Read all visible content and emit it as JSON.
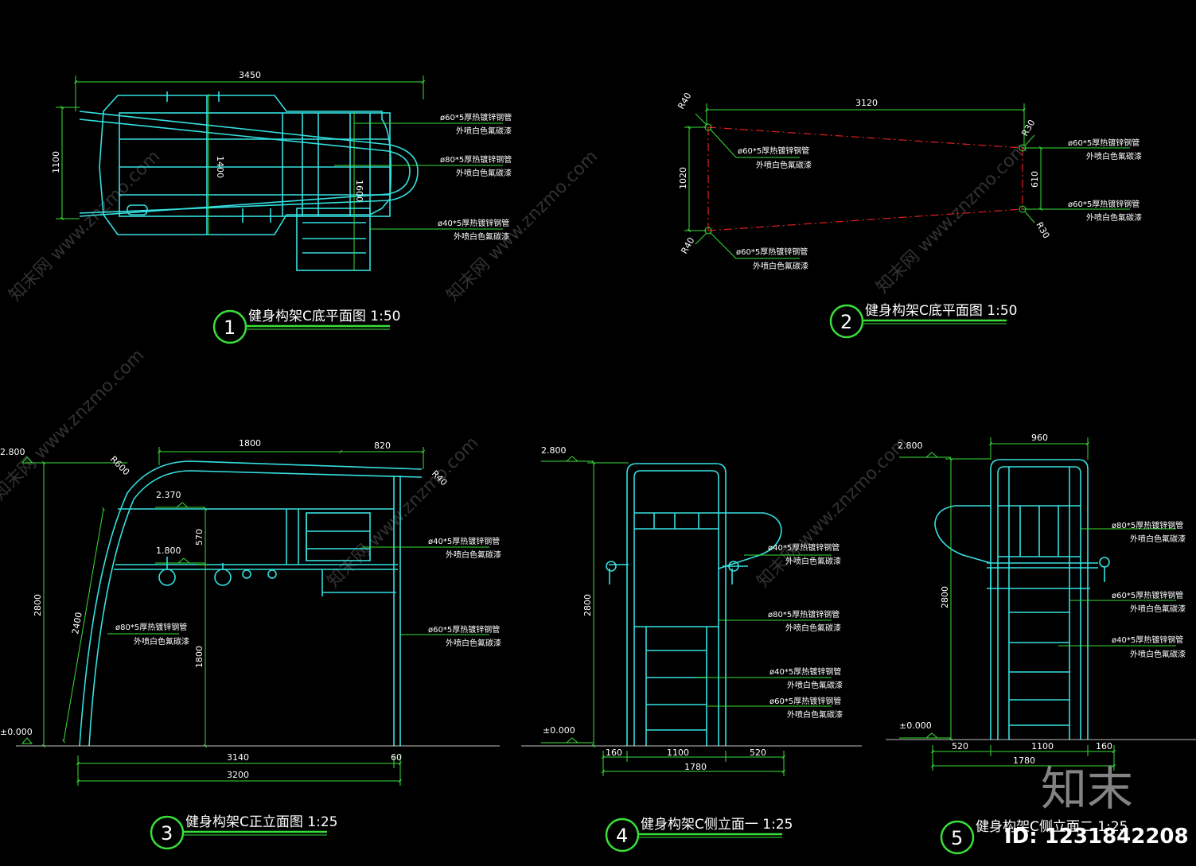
{
  "colors": {
    "background": "#000000",
    "frame": "#35e0e0",
    "dimension": "#38e038",
    "leader": "#38e038",
    "text": "#ffffff",
    "centerline": "#e02020",
    "title_underline": "#38e038"
  },
  "views": {
    "v1": {
      "number": "1",
      "title": "健身构架C底平面图 1:50",
      "dims": {
        "d3450": "3450",
        "d1100": "1100",
        "d1400": "1400",
        "d1600": "1600"
      },
      "notes": {
        "n1a": "ø60*5厚热镀锌钢管",
        "n1b": "外喷白色氟碳漆",
        "n2a": "ø80*5厚热镀锌钢管",
        "n2b": "外喷白色氟碳漆",
        "n3a": "ø40*5厚热镀锌钢管",
        "n3b": "外喷白色氟碳漆"
      }
    },
    "v2": {
      "number": "2",
      "title": "健身构架C底平面图 1:50",
      "dims": {
        "d3120": "3120",
        "d1020": "1020",
        "d610": "610",
        "r40a": "R40",
        "r40b": "R40",
        "r30a": "R30",
        "r30b": "R30"
      },
      "notes": {
        "n1a": "ø60*5厚热镀锌钢管",
        "n1b": "外喷白色氟碳漆",
        "n2a": "ø60*5厚热镀锌钢管",
        "n2b": "外喷白色氟碳漆",
        "n3a": "ø60*5厚热镀锌钢管",
        "n3b": "外喷白色氟碳漆",
        "n4a": "ø60*5厚热镀锌钢管",
        "n4b": "外喷白色氟碳漆"
      }
    },
    "v3": {
      "number": "3",
      "title": "健身构架C正立面图 1:25",
      "levels": {
        "l2800": "2.800",
        "l2370": "2.370",
        "l1800": "1.800",
        "l0": "±0.000"
      },
      "dims": {
        "d1800": "1800",
        "d820": "820",
        "r600": "R600",
        "r40": "R40",
        "d570": "570",
        "d2800": "2800",
        "d2400": "2400",
        "d1800v": "1800",
        "d3140": "3140",
        "d60": "60",
        "d3200": "3200"
      },
      "notes": {
        "n1a": "ø40*5厚热镀锌钢管",
        "n1b": "外喷白色氟碳漆",
        "n2a": "ø80*5厚热镀锌钢管",
        "n2b": "外喷白色氟碳漆",
        "n3a": "ø60*5厚热镀锌钢管",
        "n3b": "外喷白色氟碳漆"
      }
    },
    "v4": {
      "number": "4",
      "title": "健身构架C侧立面一 1:25",
      "levels": {
        "l2800": "2.800",
        "l0": "±0.000"
      },
      "dims": {
        "d2800": "2800",
        "d160": "160",
        "d1100": "1100",
        "d520": "520",
        "d1780": "1780"
      },
      "notes": {
        "n1a": "ø40*5厚热镀锌钢管",
        "n1b": "外喷白色氟碳漆",
        "n2a": "ø80*5厚热镀锌钢管",
        "n2b": "外喷白色氟碳漆",
        "n3a": "ø40*5厚热镀锌钢管",
        "n3b": "外喷白色氟碳漆",
        "n4a": "ø60*5厚热镀锌钢管",
        "n4b": "外喷白色氟碳漆"
      }
    },
    "v5": {
      "number": "5",
      "title": "健身构架C侧立面二 1:25",
      "levels": {
        "l2800": "2.800",
        "l0": "±0.000"
      },
      "dims": {
        "d960": "960",
        "d2800": "2800",
        "d520": "520",
        "d1100": "1100",
        "d160": "160",
        "d1780": "1780"
      },
      "notes": {
        "n1a": "ø80*5厚热镀锌钢管",
        "n1b": "外喷白色氟碳漆",
        "n2a": "ø60*5厚热镀锌钢管",
        "n2b": "外喷白色氟碳漆",
        "n3a": "ø40*5厚热镀锌钢管",
        "n3b": "外喷白色氟碳漆"
      }
    }
  },
  "watermark": {
    "text": "知末网 www.znzmo.com",
    "brand": "知末",
    "id": "ID: 1231842208"
  }
}
